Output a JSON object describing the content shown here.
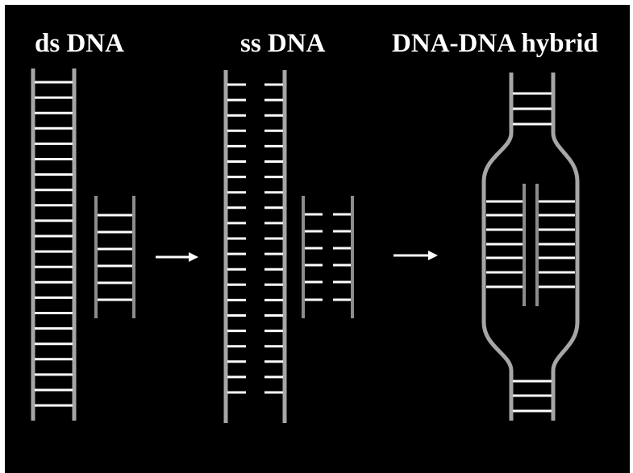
{
  "labels": {
    "ds_dna": "ds DNA",
    "ss_dna": "ss DNA",
    "hybrid": "DNA-DNA hybrid"
  },
  "colors": {
    "background": "#000000",
    "backbone": "#a6a6a6",
    "rung": "#ffffff",
    "probe_backbone": "#8c8c8c",
    "arrow": "#ffffff",
    "label": "#ffffff"
  },
  "icons": {
    "arrow": "right-arrow-icon"
  }
}
